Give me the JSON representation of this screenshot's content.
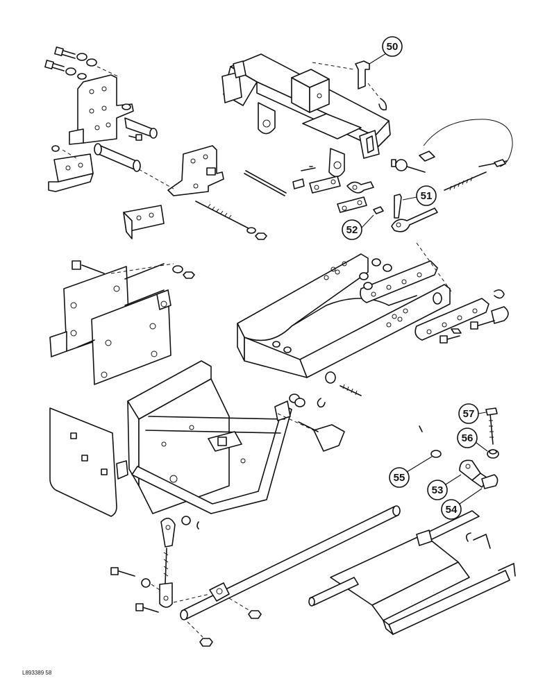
{
  "callouts": [
    {
      "id": "50",
      "label": "50"
    },
    {
      "id": "51",
      "label": "51"
    },
    {
      "id": "52",
      "label": "52"
    },
    {
      "id": "53",
      "label": "53"
    },
    {
      "id": "54",
      "label": "54"
    },
    {
      "id": "55",
      "label": "55"
    },
    {
      "id": "56",
      "label": "56"
    },
    {
      "id": "57",
      "label": "57"
    }
  ],
  "footer": {
    "code": "L893389 58"
  }
}
